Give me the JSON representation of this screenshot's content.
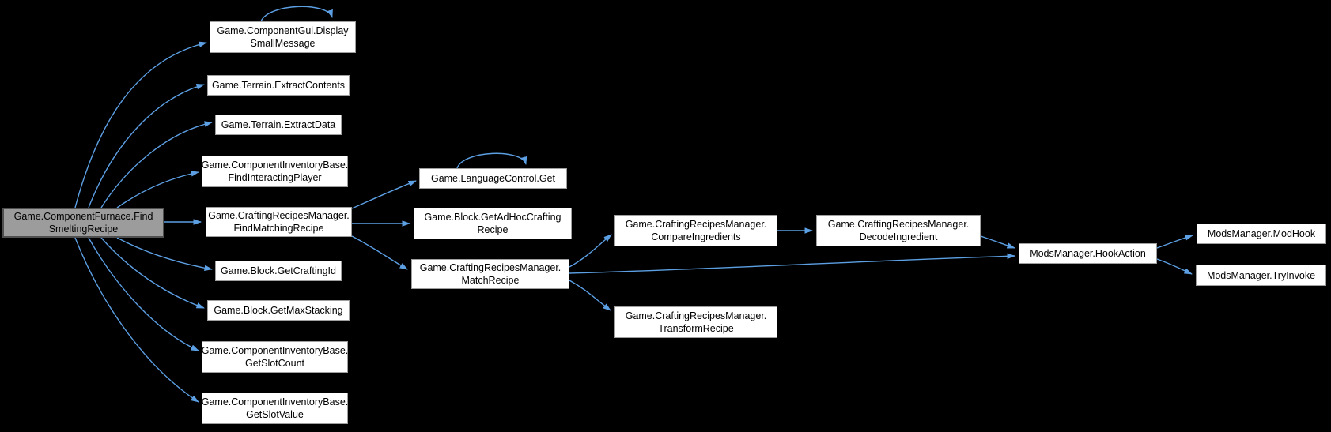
{
  "diagram": {
    "type": "call-graph",
    "background_color": "#000000",
    "edge_color": "#5c9fe3",
    "node_fill": "#ffffff",
    "node_border": "#9f9f9f",
    "main_node_fill": "#9c9c9c",
    "main_node_border": "#4f4f4f"
  },
  "nodes": [
    {
      "id": "find-smelting-recipe",
      "lines": [
        "Game.ComponentFurnace.Find",
        "SmeltingRecipe"
      ],
      "main": true
    },
    {
      "id": "display-small-message",
      "lines": [
        "Game.ComponentGui.Display",
        "SmallMessage"
      ],
      "self_loop": true
    },
    {
      "id": "extract-contents",
      "lines": [
        "Game.Terrain.ExtractContents"
      ]
    },
    {
      "id": "extract-data",
      "lines": [
        "Game.Terrain.ExtractData"
      ]
    },
    {
      "id": "find-interacting-player",
      "lines": [
        "Game.ComponentInventoryBase.",
        "FindInteractingPlayer"
      ]
    },
    {
      "id": "find-matching-recipe",
      "lines": [
        "Game.CraftingRecipesManager.",
        "FindMatchingRecipe"
      ]
    },
    {
      "id": "get-crafting-id",
      "lines": [
        "Game.Block.GetCraftingId"
      ]
    },
    {
      "id": "get-max-stacking",
      "lines": [
        "Game.Block.GetMaxStacking"
      ]
    },
    {
      "id": "get-slot-count",
      "lines": [
        "Game.ComponentInventoryBase.",
        "GetSlotCount"
      ]
    },
    {
      "id": "get-slot-value",
      "lines": [
        "Game.ComponentInventoryBase.",
        "GetSlotValue"
      ]
    },
    {
      "id": "language-control-get",
      "lines": [
        "Game.LanguageControl.Get"
      ],
      "self_loop": true
    },
    {
      "id": "get-ad-hoc-crafting-recipe",
      "lines": [
        "Game.Block.GetAdHocCrafting",
        "Recipe"
      ]
    },
    {
      "id": "match-recipe",
      "lines": [
        "Game.CraftingRecipesManager.",
        "MatchRecipe"
      ]
    },
    {
      "id": "compare-ingredients",
      "lines": [
        "Game.CraftingRecipesManager.",
        "CompareIngredients"
      ]
    },
    {
      "id": "transform-recipe",
      "lines": [
        "Game.CraftingRecipesManager.",
        "TransformRecipe"
      ]
    },
    {
      "id": "decode-ingredient",
      "lines": [
        "Game.CraftingRecipesManager.",
        "DecodeIngredient"
      ]
    },
    {
      "id": "hook-action",
      "lines": [
        "ModsManager.HookAction"
      ]
    },
    {
      "id": "mod-hook",
      "lines": [
        "ModsManager.ModHook"
      ]
    },
    {
      "id": "try-invoke",
      "lines": [
        "ModsManager.TryInvoke"
      ]
    }
  ],
  "edges": [
    {
      "from": "find-smelting-recipe",
      "to": "display-small-message"
    },
    {
      "from": "find-smelting-recipe",
      "to": "extract-contents"
    },
    {
      "from": "find-smelting-recipe",
      "to": "extract-data"
    },
    {
      "from": "find-smelting-recipe",
      "to": "find-interacting-player"
    },
    {
      "from": "find-smelting-recipe",
      "to": "find-matching-recipe"
    },
    {
      "from": "find-smelting-recipe",
      "to": "get-crafting-id"
    },
    {
      "from": "find-smelting-recipe",
      "to": "get-max-stacking"
    },
    {
      "from": "find-smelting-recipe",
      "to": "get-slot-count"
    },
    {
      "from": "find-smelting-recipe",
      "to": "get-slot-value"
    },
    {
      "from": "display-small-message",
      "to": "display-small-message"
    },
    {
      "from": "find-matching-recipe",
      "to": "language-control-get"
    },
    {
      "from": "find-matching-recipe",
      "to": "get-ad-hoc-crafting-recipe"
    },
    {
      "from": "find-matching-recipe",
      "to": "match-recipe"
    },
    {
      "from": "language-control-get",
      "to": "language-control-get"
    },
    {
      "from": "match-recipe",
      "to": "compare-ingredients"
    },
    {
      "from": "match-recipe",
      "to": "hook-action"
    },
    {
      "from": "match-recipe",
      "to": "transform-recipe"
    },
    {
      "from": "compare-ingredients",
      "to": "decode-ingredient"
    },
    {
      "from": "decode-ingredient",
      "to": "hook-action"
    },
    {
      "from": "hook-action",
      "to": "mod-hook"
    },
    {
      "from": "hook-action",
      "to": "try-invoke"
    }
  ]
}
